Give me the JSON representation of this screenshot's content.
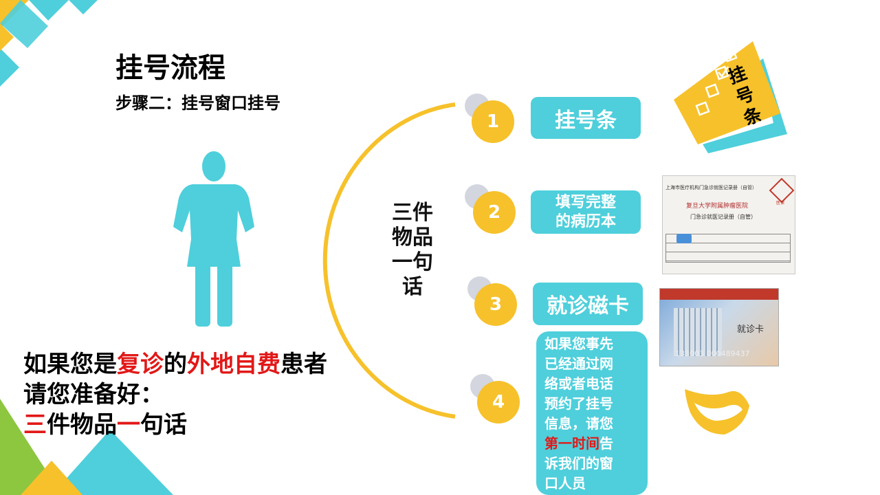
{
  "header": {
    "title": "挂号流程",
    "subtitle": "步骤二：挂号窗口挂号"
  },
  "center_label_lines": [
    "三件",
    "物品",
    "一句",
    "话"
  ],
  "steps": [
    {
      "number": "1",
      "label": "挂号条"
    },
    {
      "number": "2",
      "label_lines": [
        "填写完整",
        "的病历本"
      ]
    },
    {
      "number": "3",
      "label": "就诊磁卡"
    },
    {
      "number": "4",
      "lines": [
        "如果您事先",
        "已经通过网",
        "络或者电话",
        "预约了挂号",
        "信息，请您"
      ],
      "highlight": "第一时间",
      "after_highlight": "告",
      "tail_lines": [
        "诉我们的窗",
        "口人员"
      ]
    }
  ],
  "checklist_card": {
    "text_chars": [
      "挂",
      "号",
      "条"
    ]
  },
  "record_book": {
    "header": "上海市医疗机构门急诊就医记录册（自管）",
    "hospital": "复旦大学附属肿瘤医院",
    "subheader": "门急诊就医记录册（自管）",
    "logo_caption": "医保"
  },
  "medical_card": {
    "label": "就诊卡",
    "number": "133003  000489437"
  },
  "bottom": {
    "line1_a": "如果您是",
    "line1_b": "复诊",
    "line1_c": "的",
    "line1_d": "外地自费",
    "line1_e": "患者",
    "line2": "请您准备好：",
    "line3_a": "三",
    "line3_b": "件物品",
    "line3_c": "一",
    "line3_d": "句话"
  },
  "colors": {
    "teal": "#4ecfdb",
    "yellow": "#f6c12b",
    "red": "#e21818",
    "green": "#8dc63f"
  }
}
